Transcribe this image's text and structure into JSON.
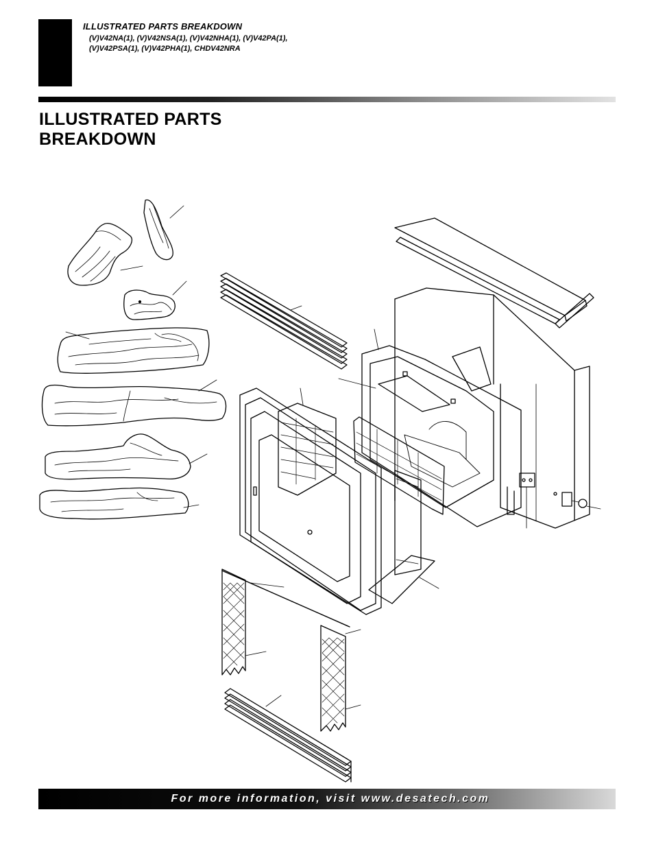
{
  "header": {
    "section_title": "ILLUSTRATED PARTS BREAKDOWN",
    "models_line1": "(V)V42NA(1), (V)V42NSA(1), (V)V42NHA(1), (V)V42PA(1),",
    "models_line2": "(V)V42PSA(1), (V)V42PHA(1), CHDV42NRA"
  },
  "page": {
    "title_line1": "ILLUSTRATED PARTS",
    "title_line2": "BREAKDOWN"
  },
  "footer": {
    "text": "For more information, visit www.desatech.com"
  },
  "colors": {
    "ink": "#000000",
    "paper": "#ffffff",
    "bar_light": "#e2e2e2"
  }
}
